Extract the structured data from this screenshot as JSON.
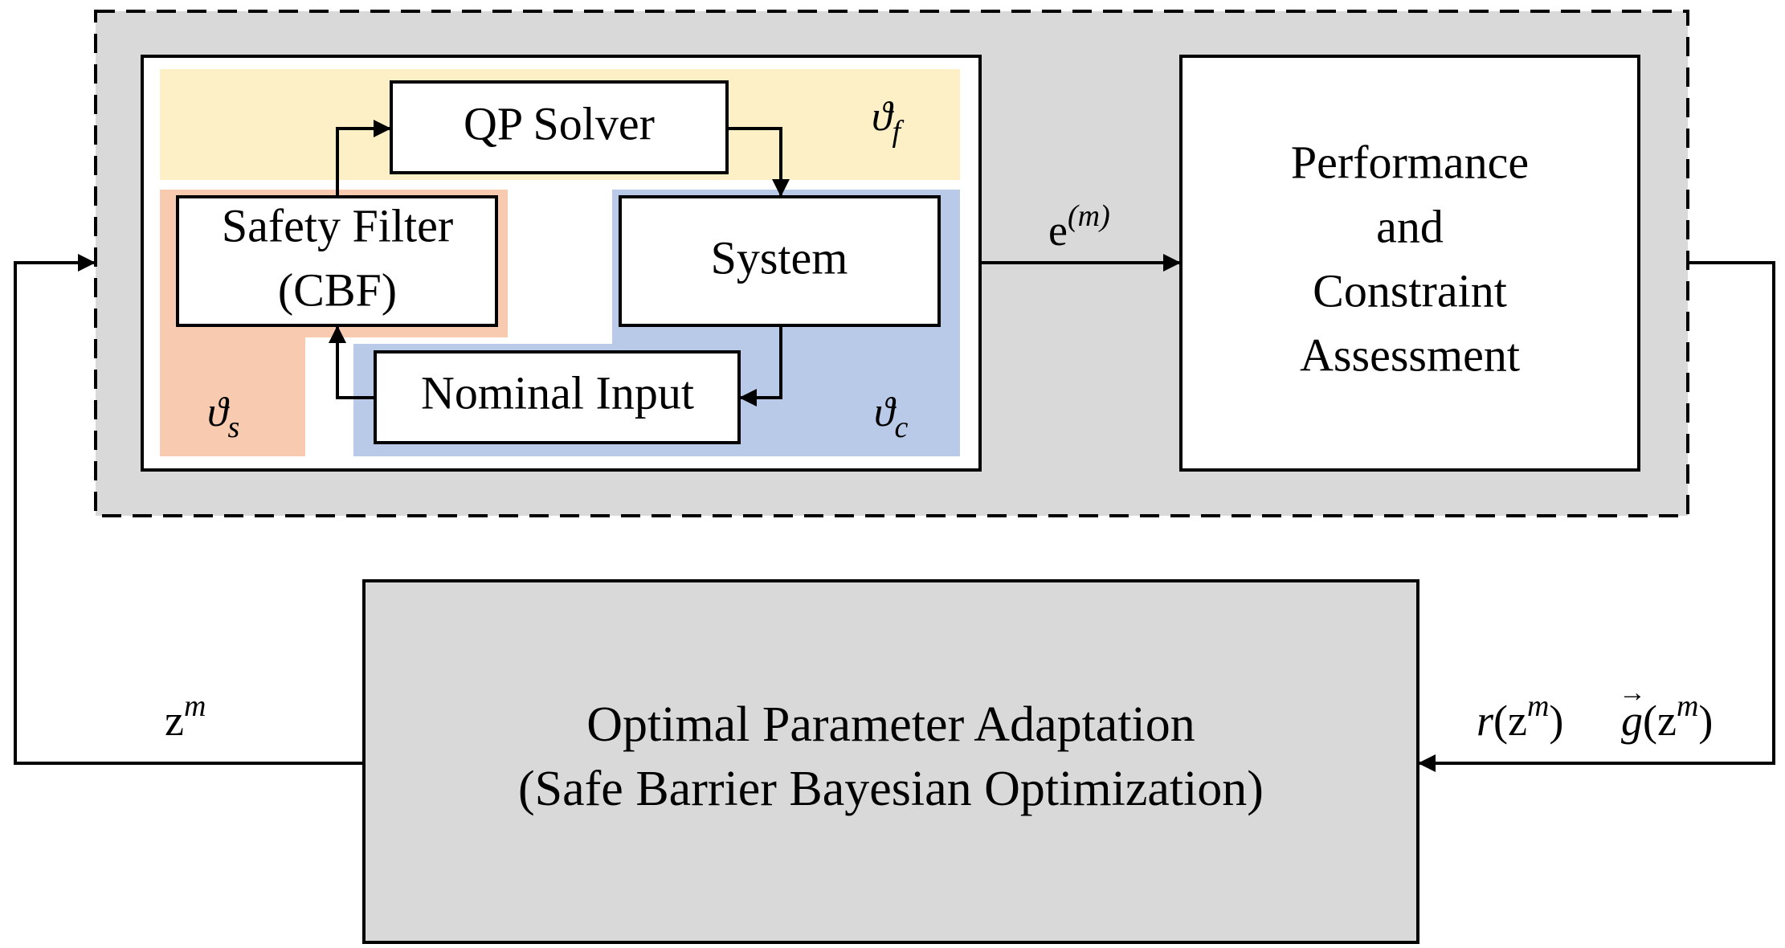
{
  "blocks": {
    "qp_solver": "QP Solver",
    "safety_filter_line1": "Safety Filter",
    "safety_filter_line2": "(CBF)",
    "system": "System",
    "nominal_input": "Nominal Input",
    "assessment_line1": "Performance",
    "assessment_line2": "and",
    "assessment_line3": "Constraint",
    "assessment_line4": "Assessment",
    "optimizer_line1": "Optimal Parameter Adaptation",
    "optimizer_line2": "(Safe Barrier Bayesian Optimization)"
  },
  "params": {
    "theta_f_sym": "ϑ",
    "theta_f_sub": "f",
    "theta_s_sym": "ϑ",
    "theta_s_sub": "s",
    "theta_c_sym": "ϑ",
    "theta_c_sub": "c"
  },
  "signals": {
    "error_base": "e",
    "error_sup": "(m)",
    "z_base": "z",
    "z_sup": "m",
    "r_fn": "r",
    "g_fn": "g",
    "g_arrow": "→",
    "open_paren": "(",
    "close_paren": ")",
    "z_arg": "z",
    "z_arg_sup": "m"
  },
  "colors": {
    "outer_box_fill": "#d9d9d9",
    "feedback_box_fill": "#d9d9d9",
    "qp_region": "#fdefc6",
    "safety_region": "#f8cbb1",
    "system_region": "#b9c9e8",
    "line": "#000000"
  }
}
